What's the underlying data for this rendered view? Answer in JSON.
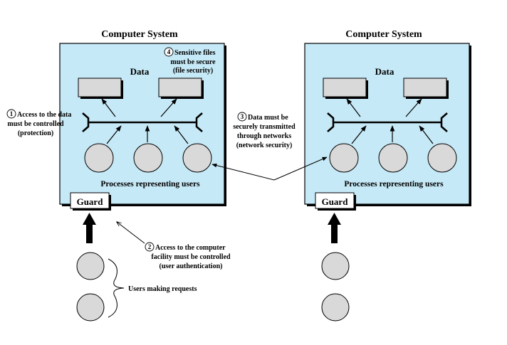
{
  "colors": {
    "system_fill": "#c6e9f7",
    "data_box_fill": "#d9d9d9",
    "process_fill": "#d9d9d9",
    "user_fill": "#d9d9d9",
    "guard_fill": "#ffffff"
  },
  "left_system": {
    "title": "Computer System",
    "data_label": "Data",
    "processes_label": "Processes representing users",
    "guard_label": "Guard"
  },
  "right_system": {
    "title": "Computer System",
    "data_label": "Data",
    "processes_label": "Processes representing users",
    "guard_label": "Guard"
  },
  "annotations": {
    "protection": {
      "number": "1",
      "lines": [
        "Access to the data",
        "must be controlled",
        "(protection)"
      ]
    },
    "authentication": {
      "number": "2",
      "lines": [
        "Access to the computer",
        "facility must be controlled",
        "(user authentication)"
      ]
    },
    "network": {
      "number": "3",
      "lines": [
        "Data must be",
        "securely transmitted",
        "through networks",
        "(network security)"
      ]
    },
    "file": {
      "number": "4",
      "lines": [
        "Sensitive files",
        "must be secure",
        "(file security)"
      ]
    }
  },
  "users_label": "Users making requests"
}
